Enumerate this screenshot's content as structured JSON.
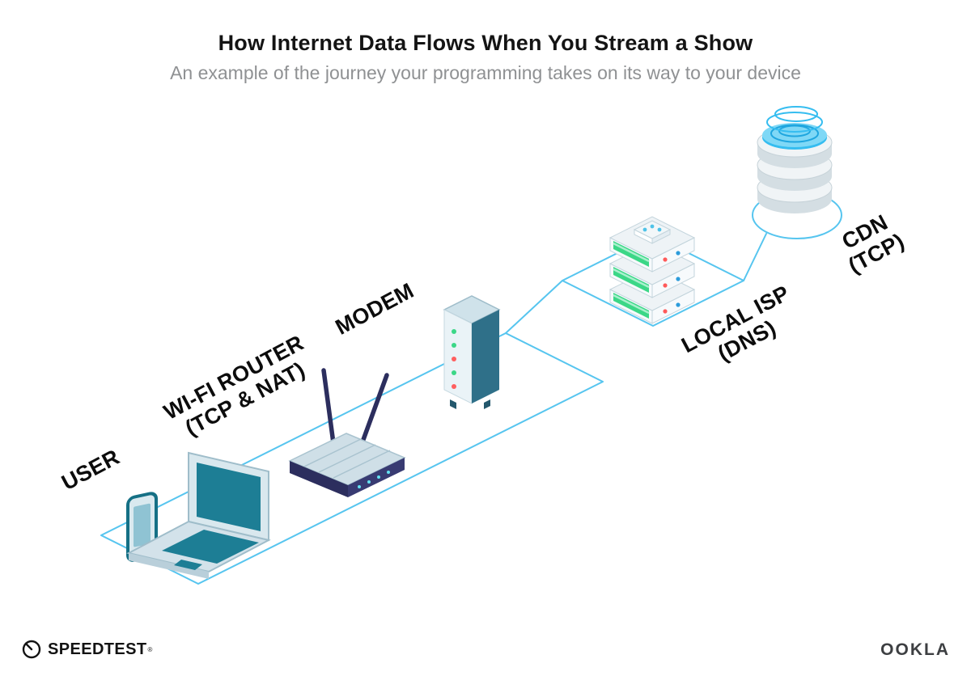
{
  "header": {
    "title": "How Internet Data Flows When You Stream a Show",
    "subtitle": "An example of the journey your programming takes on its way to your device"
  },
  "diagram": {
    "type": "isometric-flow",
    "flow_order": [
      "user",
      "wifi-router",
      "modem",
      "local-isp",
      "cdn"
    ],
    "nodes": [
      {
        "id": "user",
        "label": "USER",
        "sublabel": "",
        "icon": "phone-laptop-icon"
      },
      {
        "id": "wifi-router",
        "label": "WI-FI ROUTER",
        "sublabel": "(TCP & NAT)",
        "icon": "wifi-router-icon"
      },
      {
        "id": "modem",
        "label": "MODEM",
        "sublabel": "",
        "icon": "modem-icon"
      },
      {
        "id": "local-isp",
        "label": "LOCAL ISP",
        "sublabel": "(DNS)",
        "icon": "server-rack-icon"
      },
      {
        "id": "cdn",
        "label": "CDN",
        "sublabel": "(TCP)",
        "icon": "database-cylinder-icon"
      }
    ]
  },
  "footer": {
    "speedtest_label": "SPEEDTEST",
    "speedtest_trademark": "®",
    "ookla_label": "OOKLA"
  },
  "colors": {
    "path_cyan": "#56c5ef",
    "teal_dark": "#1d7e95",
    "device_light": "#d9e8ee",
    "router_navy": "#2c2e5e",
    "led_green": "#3bd787",
    "led_red": "#ff5f5f",
    "dot_blue": "#2d9cdb",
    "cdn_cyan": "#35bdf0",
    "title_text": "#141414",
    "subtitle_text": "#8f9193"
  }
}
